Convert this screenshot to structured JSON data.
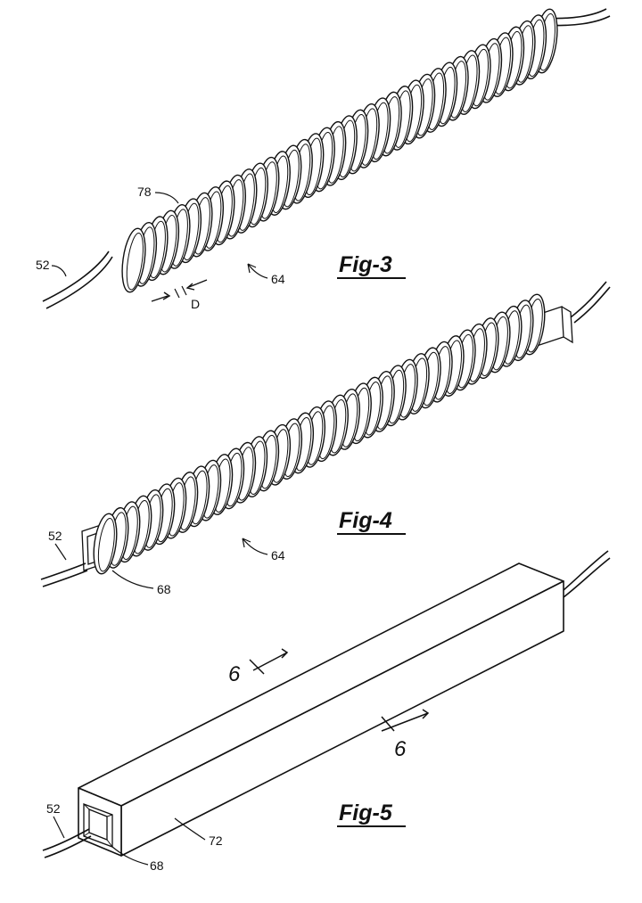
{
  "figures": [
    {
      "id": "fig3",
      "title": "Fig-3",
      "labels": {
        "wire": "52",
        "coil": "78",
        "assembly": "64",
        "diameter": "D"
      }
    },
    {
      "id": "fig4",
      "title": "Fig-4",
      "labels": {
        "wire": "52",
        "assembly": "64",
        "tube": "68"
      }
    },
    {
      "id": "fig5",
      "title": "Fig-5",
      "labels": {
        "wire": "52",
        "tube": "68",
        "body": "72",
        "section_top": "6",
        "section_bottom": "6"
      }
    }
  ]
}
